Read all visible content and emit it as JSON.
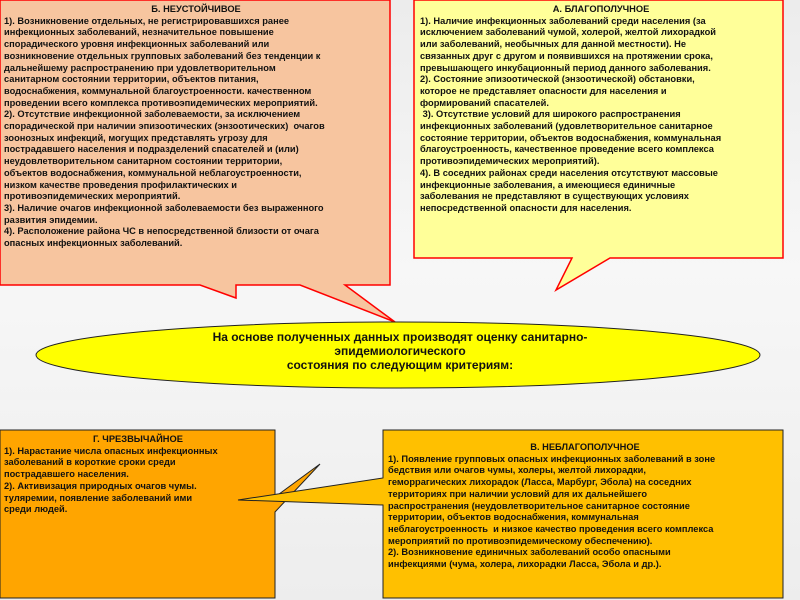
{
  "center": {
    "lines": [
      "На основе полученных данных производят оценку санитарно-",
      "эпидемиологического",
      "состояния по следующим критериям:"
    ]
  },
  "box_b": {
    "title": "Б. НЕУСТОЙЧИВОЕ",
    "fill": "#f7c59f",
    "lines": [
      "1). Возникновение отдельных, не регистрировавшихся ранее",
      "инфекционных заболеваний, незначительное повышение",
      "спорадического уровня инфекционных заболеваний или",
      "возникновение отдельных групповых заболеваний без тенденции к",
      "дальнейшему распространению при удовлетворительном",
      "санитарном состоянии территории, объектов питания,",
      "водоснабжения, коммунальной благоустроенности. качественном",
      "проведении всего комплекса противоэпидемических мероприятий.",
      "2). Отсутствие инфекционной заболеваемости, за исключением",
      "спорадической при наличии эпизоотических (энзоотических)  очагов",
      "зоонозных инфекций, могущих представлять угрозу для",
      "пострадавшего населения и подразделений спасателей и (или)",
      "неудовлетворительном санитарном состоянии территории,",
      "объектов водоснабжения, коммунальной неблагоустроенности,",
      "низком качестве проведения профилактических и",
      "противоэпидемических мероприятий.",
      "3). Наличие очагов инфекционной заболеваемости без выраженного",
      "развития эпидемии.",
      "4). Расположение района ЧС в непосредственной близости от очага",
      "опасных инфекционных заболеваний."
    ]
  },
  "box_a": {
    "title": "А. БЛАГОПОЛУЧНОЕ",
    "fill": "#ffff99",
    "lines": [
      "1). Наличие инфекционных заболеваний среди населения (за",
      "исключением заболеваний чумой, холерой, желтой лихорадкой",
      "или заболеваний, необычных для данной местности). Не",
      "связанных друг с другом и появившихся на протяжении срока,",
      "превышающего инкубационный период данного заболевания.",
      "2). Состояние эпизоотической (энзоотической) обстановки,",
      "которое не представляет опасности для населения и",
      "формирований спасателей.",
      " 3). Отсутствие условий для широкого распространения",
      "инфекционных заболеваний (удовлетворительное санитарное",
      "состояние территории, объектов водоснабжения, коммунальная",
      "благоустроенность, качественное проведение всего комплекса",
      "противоэпидемических мероприятий).",
      "4). В соседних районах среди населения отсутствуют массовые",
      "инфекционные заболевания, а имеющиеся единичные",
      "заболевания не представляют в существующих условиях",
      "непосредственной опасности для населения."
    ]
  },
  "box_g": {
    "title": "Г. ЧРЕЗВЫЧАЙНОЕ",
    "fill": "#ffa500",
    "lines": [
      "1). Нарастание числа опасных инфекционных",
      "заболеваний в короткие сроки среди",
      "пострадавшего населения.",
      "2). Активизация природных очагов чумы.",
      "туляремии, появление заболеваний ими",
      "среди людей."
    ]
  },
  "box_v": {
    "title": "В. НЕБЛАГОПОЛУЧНОЕ",
    "fill": "#ffc000",
    "lines": [
      "1). Появление групповых опасных инфекционных заболеваний в зоне",
      "бедствия или очагов чумы, холеры, желтой лихорадки,",
      "геморрагических лихорадок (Ласса, Марбург, Эбола) на соседних",
      "территориях при наличии условий для их дальнейшего",
      "распространения (неудовлетворительное санитарное состояние",
      "территории, объектов водоснабжения, коммунальная",
      "неблагоустроенность  и низкое качество проведения всего комплекса",
      "мероприятий по противоэпидемическому обеспечению).",
      "2). Возникновение единичных заболеваний особо опасными",
      "инфекциями (чума, холера, лихорадки Ласса, Эбола и др.)."
    ]
  },
  "colors": {
    "ellipse_fill": "#ffff00",
    "border_red": "#ff0000",
    "border_dark": "#222222"
  }
}
